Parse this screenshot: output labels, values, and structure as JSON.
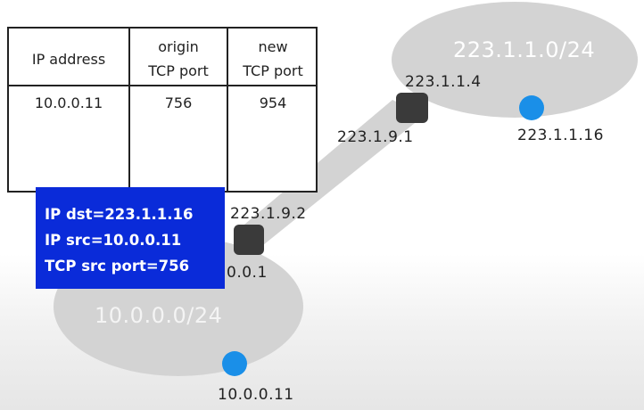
{
  "networks": {
    "public": {
      "label": "223.1.1.0/24"
    },
    "private": {
      "label": "10.0.0.0/24"
    }
  },
  "routers": {
    "public_router": {
      "label_top": "223.1.1.4",
      "label_bottom": "223.1.9.1"
    },
    "nat_router": {
      "label_top": "223.1.9.2",
      "label_bottom": "0.0.1"
    }
  },
  "hosts": {
    "public_host": {
      "label": "223.1.1.16"
    },
    "private_host": {
      "label": "10.0.0.11"
    }
  },
  "nat_table": {
    "headers": {
      "ip": "IP address",
      "origin_1": "origin",
      "origin_2": "TCP port",
      "new_1": "new",
      "new_2": "TCP port"
    },
    "row": {
      "ip": "10.0.0.11",
      "origin_port": "756",
      "new_port": "954"
    }
  },
  "packet": {
    "dst": "IP dst=223.1.1.16",
    "src": "IP src=10.0.0.11",
    "port": "TCP src port=756"
  },
  "colors": {
    "packet_bg": "#0a2bd9",
    "host": "#1a8fe8",
    "router": "#3a3a3a",
    "network": "#d3d3d3"
  }
}
